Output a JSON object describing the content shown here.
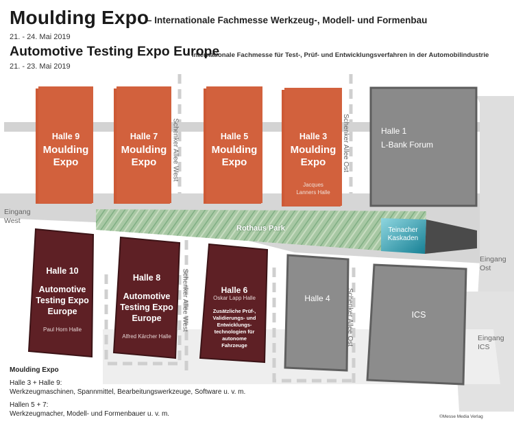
{
  "header": {
    "moulding_title": "Moulding Expo",
    "moulding_subtitle": "– Internationale Fachmesse Werkzeug-, Modell- und Formenbau",
    "moulding_dates": "21. - 24. Mai 2019",
    "ate_title": "Automotive Testing Expo Europe",
    "ate_subtitle": "– Internationale Fachmesse für Test-, Prüf- und Entwicklungsverfahren in der Automobilindustrie",
    "ate_dates": "21. - 23. Mai 2019"
  },
  "colors": {
    "moulding": "#cd5a36",
    "automotive": "#5e2025",
    "other_hall": "#8c8c8c",
    "road": "#d3d3d3",
    "park": "#9fc1a0",
    "water": "#1e9db0"
  },
  "halls": {
    "h9": {
      "name": "Halle 9",
      "expo": "Moulding Expo"
    },
    "h7": {
      "name": "Halle 7",
      "expo": "Moulding Expo"
    },
    "h5": {
      "name": "Halle 5",
      "expo": "Moulding Expo"
    },
    "h3": {
      "name": "Halle 3",
      "expo": "Moulding Expo",
      "sub": "Jacques Lanners Halle"
    },
    "h1": {
      "name": "Halle 1",
      "sub": "L-Bank Forum"
    },
    "h10": {
      "name": "Halle 10",
      "expo": "Automotive Testing Expo Europe",
      "sub": "Paul Horn Halle"
    },
    "h8": {
      "name": "Halle 8",
      "expo": "Automotive Testing Expo Europe",
      "sub": "Alfred Kärcher Halle"
    },
    "h6": {
      "name": "Halle 6",
      "sub": "Oskar Lapp Halle",
      "note": "Zusätzliche Prüf-, Validierungs- und Entwicklungs-technologien für autonome Fahrzeuge"
    },
    "h4": {
      "name": "Halle 4"
    },
    "ics": {
      "name": "ICS"
    }
  },
  "places": {
    "park": "Rothaus Park",
    "kaskaden": "Teinacher Kaskaden"
  },
  "streets": {
    "west_top": "Schenker Allee West",
    "west_bottom": "Schenker Allee West",
    "ost_top": "Schenker Allee Ost",
    "ost_bottom": "Schenker Allee Ost"
  },
  "entrances": {
    "west": "Eingang West",
    "ost": "Eingang Ost",
    "ics": "Eingang ICS"
  },
  "legend": {
    "title": "Moulding Expo",
    "l1": "Halle 3 + Halle 9:",
    "l2": "Werkzeugmaschinen, Spannmittel, Bearbeitungswerkzeuge, Software u. v. m.",
    "l3": "Hallen 5 + 7:",
    "l4": "Werkzeugmacher, Modell- und Formenbauer u. v. m."
  },
  "copyright": "©Messe Media Verlag"
}
